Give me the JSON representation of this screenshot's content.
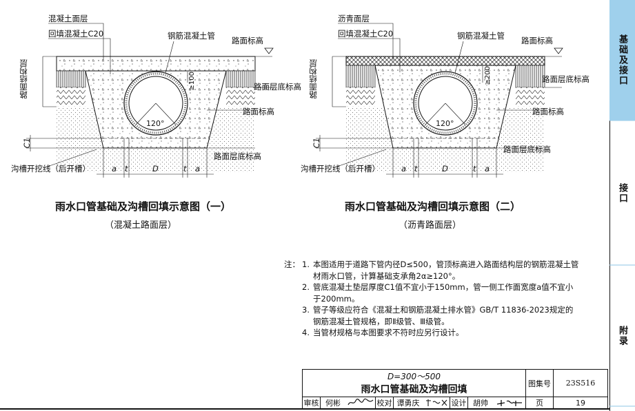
{
  "figure1": {
    "labels": {
      "surface": "混凝土面层",
      "backfill": "回填混凝土C20",
      "pipe": "钢筋混凝土管",
      "road_elev": "路面标高",
      "struct_layer": "路面结构层",
      "base_elev": "路面层底标高",
      "road_elev2": "路面标高",
      "base_elev2": "路面层底标高",
      "trench_line": "沟槽开挖线（后开槽）",
      "angle": "120°",
      "dim_100": "≥100",
      "dim_c1": "C1",
      "dim_a1": "a",
      "dim_t1": "t",
      "dim_d": "D",
      "dim_t2": "t",
      "dim_a2": "a"
    },
    "title": "雨水口管基础及沟槽回填示意图（一）",
    "subtitle": "（混凝土路面层）"
  },
  "figure2": {
    "labels": {
      "surface": "沥青面层",
      "backfill": "回填混凝土C20",
      "pipe": "钢筋混凝土管",
      "road_elev": "路面标高",
      "struct_layer": "路面结构层",
      "base_elev": "路面层底标高",
      "road_elev2": "路面标高",
      "base_elev2": "路面层底标高",
      "trench_line": "沟槽开挖线（后开槽）",
      "angle": "120°",
      "dim_200": "≥200",
      "dim_c1": "C1",
      "dim_a1": "a",
      "dim_t1": "t",
      "dim_d": "D",
      "dim_t2": "t",
      "dim_a2": "a"
    },
    "title": "雨水口管基础及沟槽回填示意图（二）",
    "subtitle": "（沥青路面层）"
  },
  "notes": {
    "prefix": "注：",
    "items": [
      {
        "num": "1.",
        "text": "本图适用于道路下管内径D≤500，管顶标高进入路面结构层的钢筋混凝土管材雨水口管，计算基础支承角2α≥120°。"
      },
      {
        "num": "2.",
        "text": "管底混凝土垫层厚度C1值不宜小于150mm，管一侧工作面宽度a值不宜小于200mm。"
      },
      {
        "num": "3.",
        "text": "管子等级应符合《混凝土和钢筋混凝土排水管》GB/T 11836-2023规定的钢筋混凝土管规格，即Ⅱ级管、Ⅲ级管。"
      },
      {
        "num": "4.",
        "text": "当管材规格与本图要求不符时应另行设计。"
      }
    ]
  },
  "titleblock": {
    "title_line1": "D=300～500",
    "title_line2": "雨水口管基础及沟槽回填",
    "atlas_label": "图集号",
    "atlas_no": "23S516",
    "page_label": "页",
    "page_no": "19",
    "review_label": "审核",
    "review_name": "何彬",
    "check_label": "校对",
    "check_name": "谭勇庆",
    "design_label": "设计",
    "design_name": "胡帅"
  },
  "sidebar": {
    "tab1": "基础及接口",
    "tab2": "接口",
    "tab3": "附录"
  },
  "colors": {
    "sidebar_active": "#9fd0ec",
    "line": "#111111"
  }
}
